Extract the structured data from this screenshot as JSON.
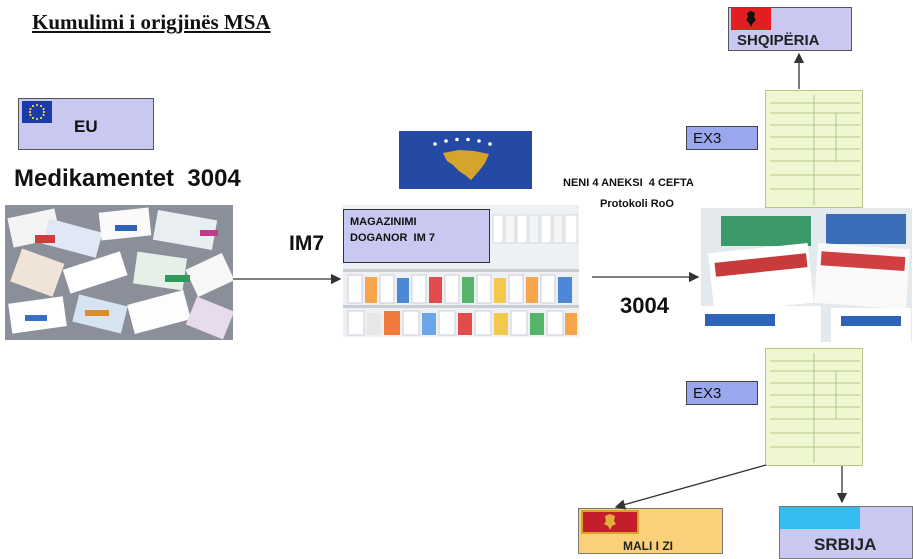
{
  "title": "Kumulimi i origjinës MSA",
  "eu_label": "EU",
  "product_label": "Medikamentet  3004",
  "im7_label": "IM7",
  "warehouse_label_line1": "MAGAZINIMI",
  "warehouse_label_line2": "DOGANOR  IM 7",
  "neni_line1": "NENI 4 ANEKSI  4 CEFTA",
  "neni_line2": "Protokoli RoO",
  "ex3_top": "EX3",
  "ex3_bottom": "EX3",
  "code_3004": "3004",
  "albania_label": "SHQIPËRIA",
  "montenegro_label": "MALI I ZI",
  "serbia_label": "SRBIJA",
  "colors": {
    "label_box": "#c8c8f0",
    "montenegro_box": "#fbd07a",
    "serbia_flag": "#33bdf0",
    "document": "#eef7cf",
    "kosovo_blue": "#244aa5",
    "kosovo_gold": "#d4a52a",
    "albania_red": "#e41e20"
  }
}
